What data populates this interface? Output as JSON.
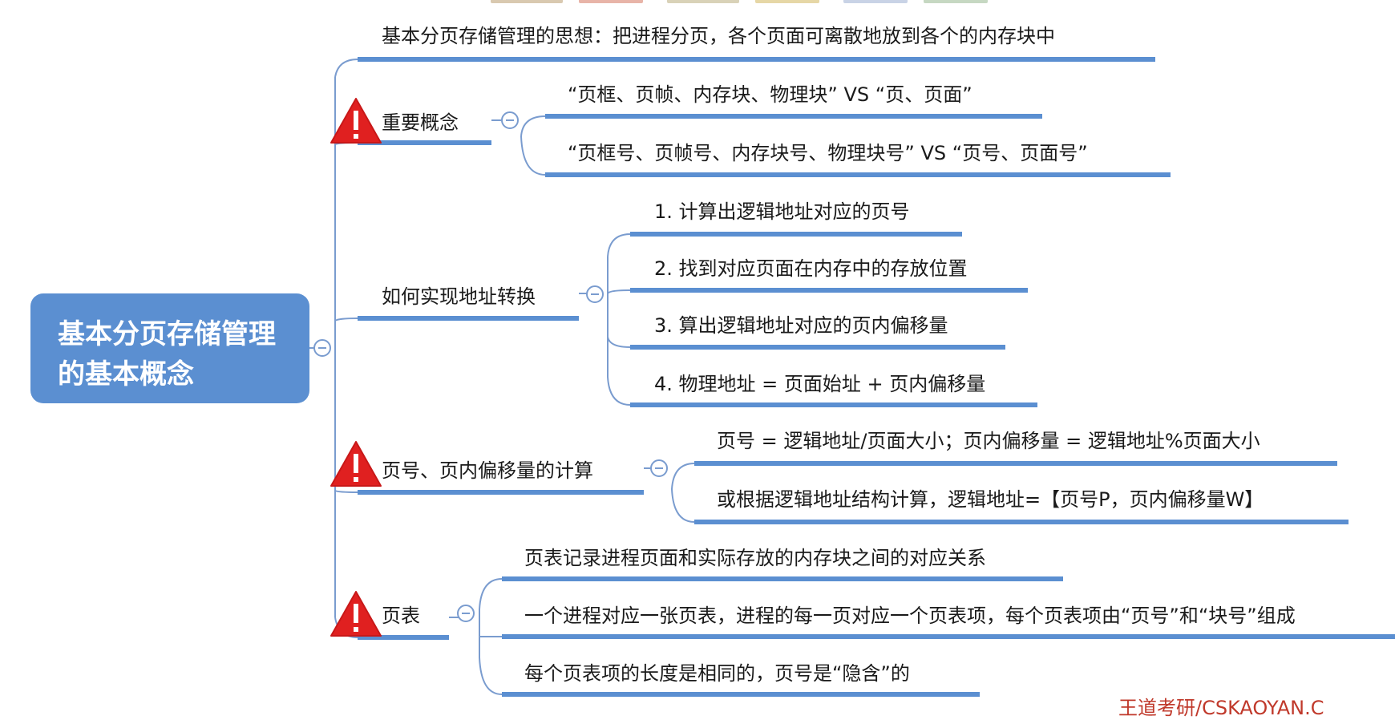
{
  "root": {
    "line1": "基本分页存储管理",
    "line2": "的基本概念"
  },
  "branches": {
    "idea": {
      "text": "基本分页存储管理的思想：把进程分页，各个页面可离散地放到各个的内存块中"
    },
    "concepts": {
      "label": "重要概念",
      "children": [
        "“页框、页帧、内存块、物理块” VS “页、页面”",
        "“页框号、页帧号、内存块号、物理块号” VS “页号、页面号”"
      ]
    },
    "translation": {
      "label": "如何实现地址转换",
      "children": [
        "1. 计算出逻辑地址对应的页号",
        "2. 找到对应页面在内存中的存放位置",
        "3. 算出逻辑地址对应的页内偏移量",
        "4. 物理地址 = 页面始址 + 页内偏移量"
      ]
    },
    "calc": {
      "label": "页号、页内偏移量的计算",
      "children": [
        "页号 = 逻辑地址/页面大小；页内偏移量 = 逻辑地址%页面大小",
        "或根据逻辑地址结构计算，逻辑地址=【页号P，页内偏移量W】"
      ]
    },
    "pagetable": {
      "label": "页表",
      "children": [
        "页表记录进程页面和实际存放的内存块之间的对应关系",
        "一个进程对应一张页表，进程的每一页对应一个页表项，每个页表项由“页号”和“块号”组成",
        "每个页表项的长度是相同的，页号是“隐含”的"
      ]
    }
  },
  "footer": {
    "watermark": "王道考研/CSKAOYAN.C"
  },
  "colors": {
    "root_fill": "#5b8fd1",
    "underline": "#5b8fd1",
    "connector": "#7a9ccf",
    "warning": "#e02020",
    "watermark": "#c0392b"
  },
  "icons": {
    "warning": "warning-triangle-icon",
    "collapse": "collapse-minus-icon"
  }
}
